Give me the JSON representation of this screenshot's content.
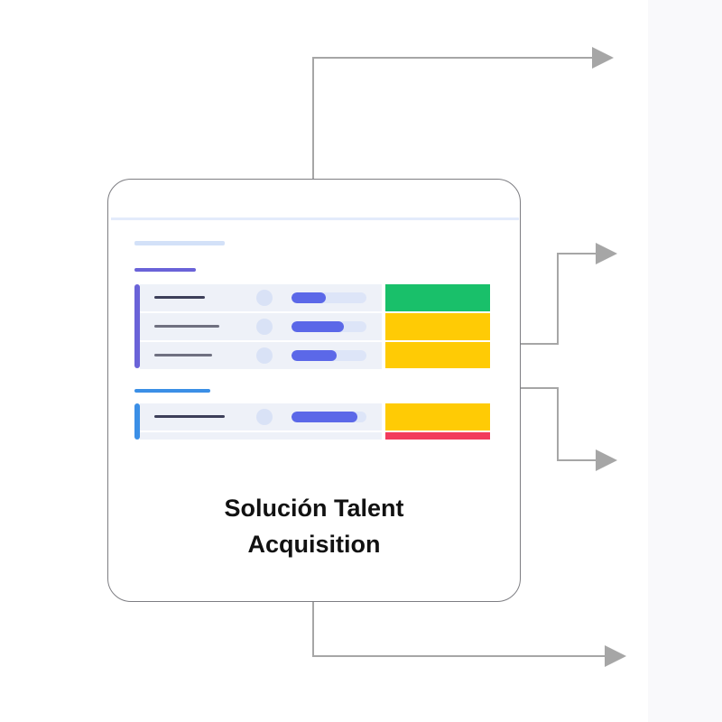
{
  "title_lines": [
    "Solución Talent",
    "Acquisition"
  ],
  "colors": {
    "arrow": "#a6a6a6",
    "card_border": "#7d7d82",
    "accent_purple": "#6a63d8",
    "accent_blue": "#3b8fe6",
    "progress_fill": "#5b68e8",
    "status_green": "#19c06a",
    "status_yellow": "#ffcb05",
    "status_red": "#f23c5c"
  },
  "groups": [
    {
      "rows": [
        {
          "progress": 0.45,
          "status": "green"
        },
        {
          "progress": 0.7,
          "status": "yellow"
        },
        {
          "progress": 0.6,
          "status": "yellow"
        }
      ]
    },
    {
      "rows": [
        {
          "progress": 0.88,
          "status": "yellow"
        }
      ]
    }
  ],
  "arrows": [
    {
      "name": "arrow-top"
    },
    {
      "name": "arrow-upper-right"
    },
    {
      "name": "arrow-lower-right"
    },
    {
      "name": "arrow-bottom"
    }
  ]
}
